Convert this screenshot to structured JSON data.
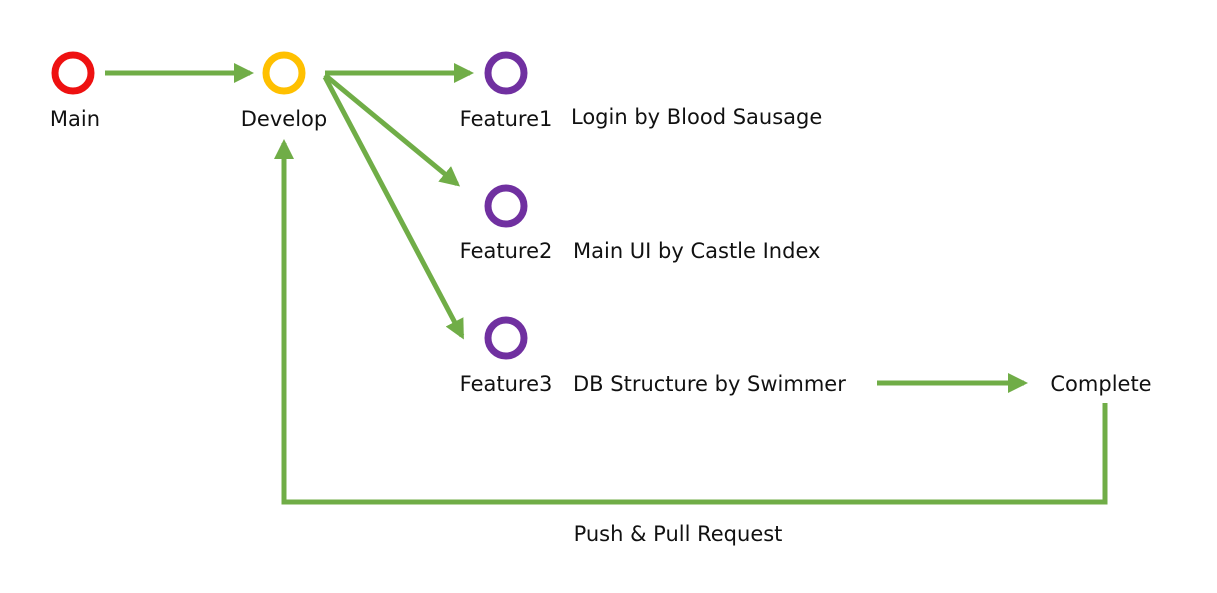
{
  "colors": {
    "main_node": "#ee1111",
    "develop_node": "#ffc000",
    "feature_node": "#7030a0",
    "arrow": "#70ad47",
    "text": "#111111"
  },
  "nodes": {
    "main": {
      "label": "Main"
    },
    "develop": {
      "label": "Develop"
    },
    "feature1": {
      "label": "Feature1",
      "description": "Login by Blood Sausage"
    },
    "feature2": {
      "label": "Feature2",
      "description": "Main UI by Castle Index"
    },
    "feature3": {
      "label": "Feature3",
      "description": "DB Structure by Swimmer"
    }
  },
  "complete": {
    "label": "Complete"
  },
  "loop": {
    "label": "Push & Pull Request"
  }
}
